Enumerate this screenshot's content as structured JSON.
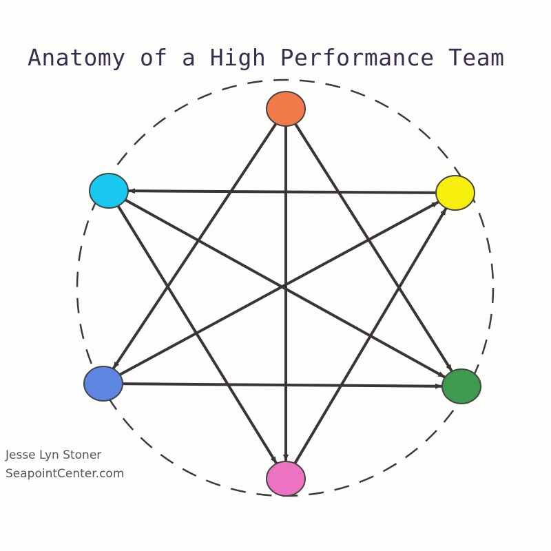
{
  "title": "Anatomy of a High Performance Team",
  "credit": {
    "author": "Jesse Lyn Stoner",
    "website": "SeapointCenter.com"
  },
  "colors": {
    "line": "#3b3434",
    "circle_dash": "#3a3a3a",
    "title": "#3a2e4e"
  },
  "nodes": [
    {
      "id": "orange",
      "color": "#f07a4a"
    },
    {
      "id": "cyan",
      "color": "#19c8ee"
    },
    {
      "id": "yellow",
      "color": "#f6ee0c"
    },
    {
      "id": "blue",
      "color": "#5c86e2"
    },
    {
      "id": "green",
      "color": "#3e9a4e"
    },
    {
      "id": "pink",
      "color": "#ec72c2"
    }
  ],
  "connections": [
    {
      "from": "orange",
      "to": "blue"
    },
    {
      "from": "orange",
      "to": "pink"
    },
    {
      "from": "orange",
      "to": "green"
    },
    {
      "from": "yellow",
      "to": "cyan"
    },
    {
      "from": "blue",
      "to": "yellow"
    },
    {
      "from": "cyan",
      "to": "green"
    },
    {
      "from": "cyan",
      "to": "pink"
    },
    {
      "from": "blue",
      "to": "green"
    },
    {
      "from": "pink",
      "to": "yellow"
    }
  ]
}
